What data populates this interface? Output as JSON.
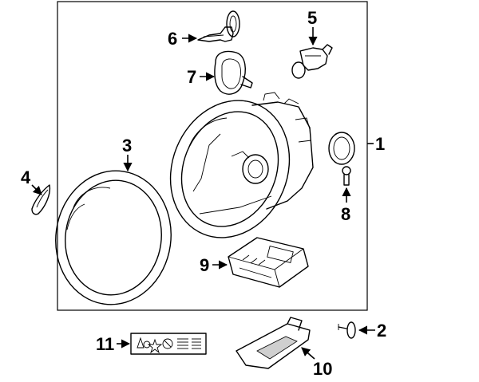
{
  "diagram": {
    "callouts": [
      {
        "id": "1",
        "label": "1"
      },
      {
        "id": "2",
        "label": "2"
      },
      {
        "id": "3",
        "label": "3"
      },
      {
        "id": "4",
        "label": "4"
      },
      {
        "id": "5",
        "label": "5"
      },
      {
        "id": "6",
        "label": "6"
      },
      {
        "id": "7",
        "label": "7"
      },
      {
        "id": "8",
        "label": "8"
      },
      {
        "id": "9",
        "label": "9"
      },
      {
        "id": "10",
        "label": "10"
      },
      {
        "id": "11",
        "label": "11"
      }
    ],
    "colors": {
      "line": "#000000",
      "background": "#ffffff",
      "shade": "#cfcfcf"
    }
  }
}
